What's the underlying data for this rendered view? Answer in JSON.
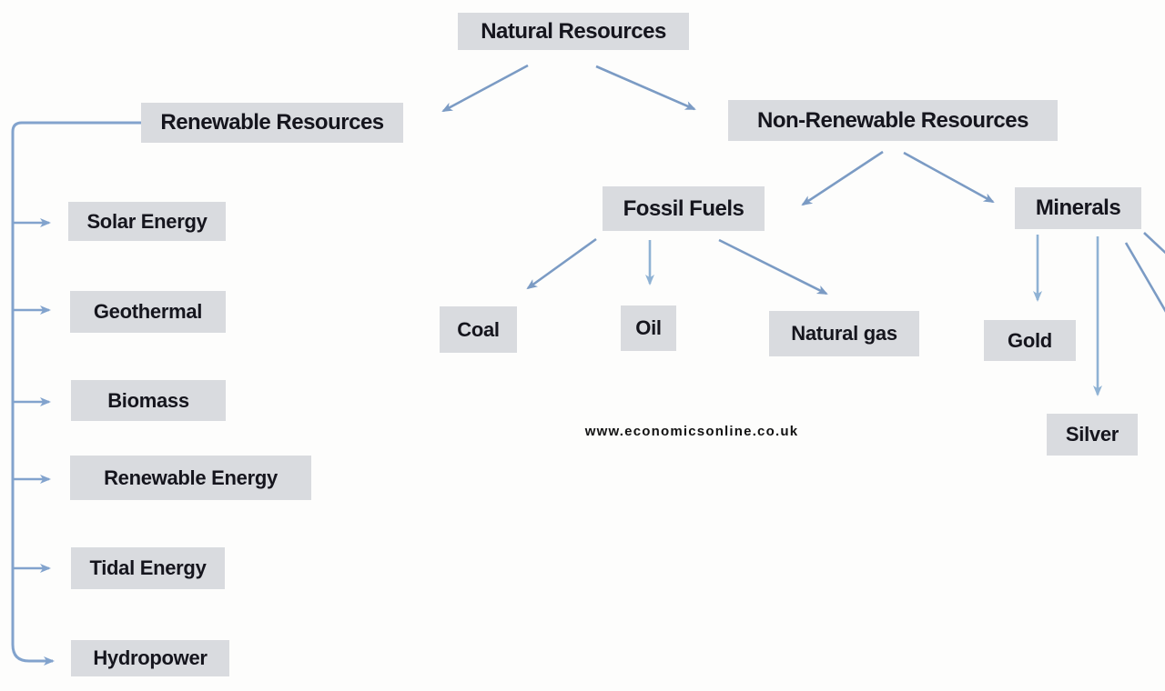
{
  "nodes": {
    "natural_resources": "Natural Resources",
    "renewable": "Renewable Resources",
    "solar": "Solar Energy",
    "geothermal": "Geothermal",
    "biomass": "Biomass",
    "renewable_energy": "Renewable Energy",
    "tidal": "Tidal Energy",
    "hydropower": "Hydropower",
    "nonrenewable": "Non-Renewable Resources",
    "fossil": "Fossil Fuels",
    "coal": "Coal",
    "oil": "Oil",
    "natural_gas": "Natural gas",
    "minerals": "Minerals",
    "gold": "Gold",
    "silver": "Silver"
  },
  "watermark": "www.economicsonline.co.uk",
  "edges": [
    [
      "Natural Resources",
      "Renewable Resources"
    ],
    [
      "Natural Resources",
      "Non-Renewable Resources"
    ],
    [
      "Renewable Resources",
      "Solar Energy"
    ],
    [
      "Renewable Resources",
      "Geothermal"
    ],
    [
      "Renewable Resources",
      "Biomass"
    ],
    [
      "Renewable Resources",
      "Renewable Energy"
    ],
    [
      "Renewable Resources",
      "Tidal Energy"
    ],
    [
      "Renewable Resources",
      "Hydropower"
    ],
    [
      "Non-Renewable Resources",
      "Fossil Fuels"
    ],
    [
      "Non-Renewable Resources",
      "Minerals"
    ],
    [
      "Fossil Fuels",
      "Coal"
    ],
    [
      "Fossil Fuels",
      "Oil"
    ],
    [
      "Fossil Fuels",
      "Natural gas"
    ],
    [
      "Minerals",
      "Gold"
    ],
    [
      "Minerals",
      "Silver"
    ]
  ],
  "colors": {
    "box_bg": "#d9dbdf",
    "text_color": "#15151d",
    "arrow": "#7b9bc4",
    "arrow_light": "#8fb2d4",
    "trunk": "#82a3cd",
    "page_bg": "#fdfdfc"
  }
}
